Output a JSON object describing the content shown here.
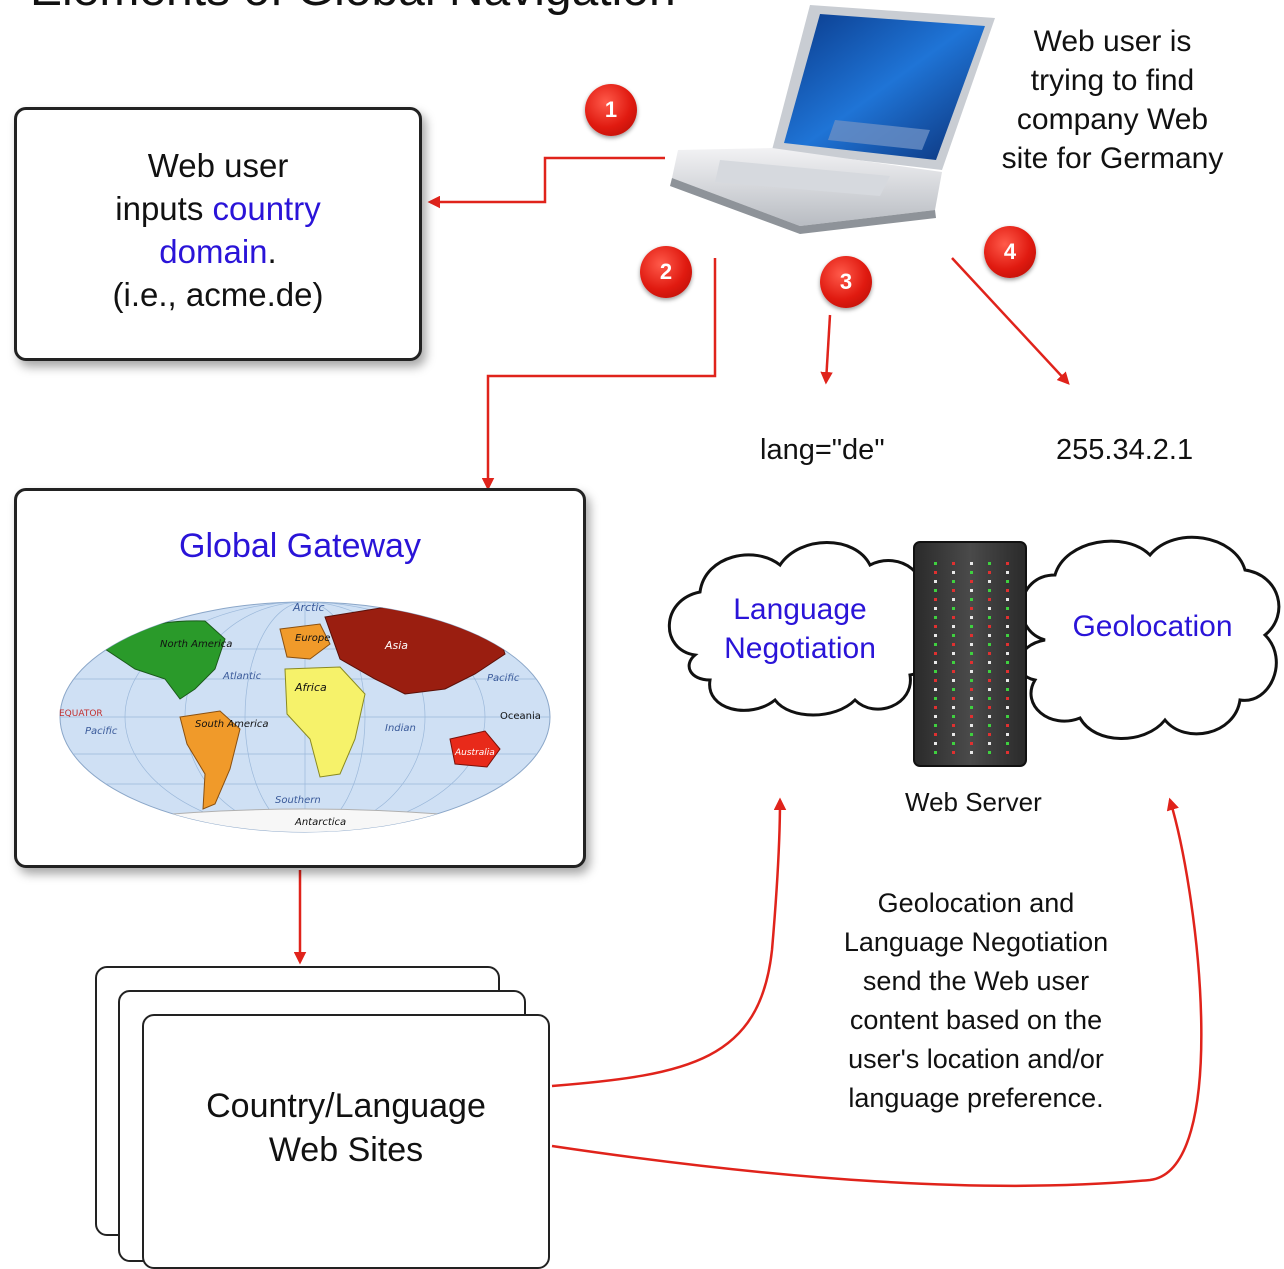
{
  "title": "Elements of Global Navigation",
  "user_note": [
    "Web user is",
    "trying to find",
    "company Web",
    "site for Germany"
  ],
  "input_box": {
    "line1": "Web user",
    "line2_prefix": "inputs ",
    "line2_highlight": "country",
    "line3_highlight": "domain",
    "line3_suffix": ".",
    "line4": "(i.e., acme.de)"
  },
  "badges": [
    "1",
    "2",
    "3",
    "4"
  ],
  "lang_attr": "lang=\"de\"",
  "ip_address": "255.34.2.1",
  "gateway": {
    "title": "Global Gateway",
    "map_labels": {
      "arctic": "Arctic",
      "north_america": "North America",
      "europe": "Europe",
      "asia": "Asia",
      "atlantic": "Atlantic",
      "africa": "Africa",
      "pacific_east": "Pacific",
      "equator": "EQUATOR",
      "pacific_west": "Pacific",
      "south_america": "South America",
      "indian": "Indian",
      "oceania": "Oceania",
      "australia": "Australia",
      "southern": "Southern",
      "antarctica": "Antarctica"
    }
  },
  "clouds": {
    "language": [
      "Language",
      "Negotiation"
    ],
    "geolocation": "Geolocation"
  },
  "server_label": "Web Server",
  "sites_box": [
    "Country/Language",
    "Web Sites"
  ],
  "description": [
    "Geolocation and",
    "Language Negotiation",
    "send the Web user",
    "content based on the",
    "user's location and/or",
    "language preference."
  ],
  "colors": {
    "accent_blue": "#2a14d8",
    "arrow_red": "#e0231b",
    "badge_red": "#e01a10"
  }
}
